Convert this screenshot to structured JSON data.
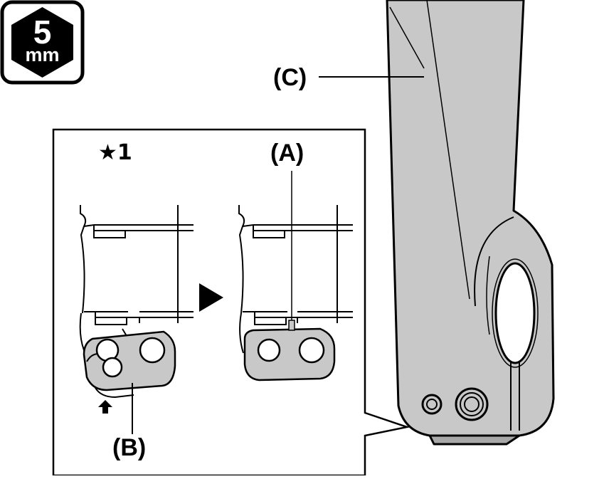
{
  "tool": {
    "size_number": "5",
    "size_unit": "mm",
    "icon": "hex-wrench-icon"
  },
  "labels": {
    "a": "(A)",
    "b": "(B)",
    "c": "(C)"
  },
  "step": {
    "label": "★1"
  },
  "colors": {
    "part_gray": "#c8c8c8",
    "line": "#000000",
    "background": "#ffffff"
  }
}
